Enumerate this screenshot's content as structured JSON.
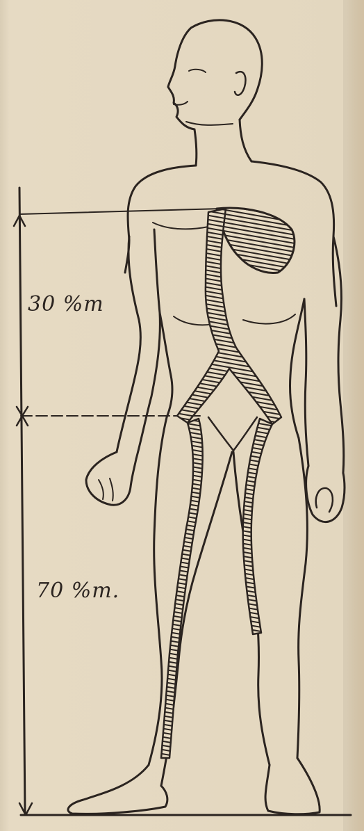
{
  "measurements": {
    "upper": {
      "label": "30 %m"
    },
    "lower": {
      "label": "70 %m."
    }
  },
  "figure": {
    "subject": "standing-human-figure",
    "vessel": "hatched-aorta-and-iliac-arteries"
  },
  "colors": {
    "paper": "#e3d7bf",
    "ink": "#2b2420"
  }
}
